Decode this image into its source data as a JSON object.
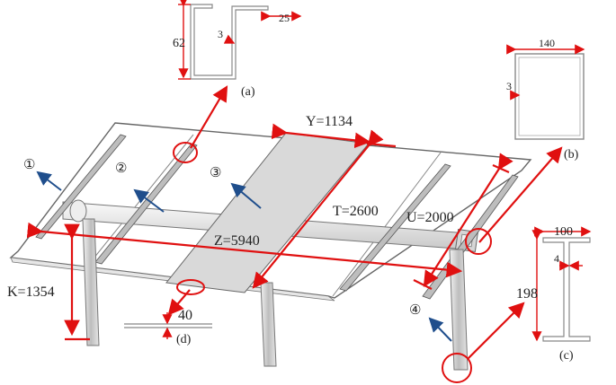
{
  "profiles": {
    "a": {
      "caption": "(a)",
      "height": "62",
      "thickness": "3",
      "flange": "25"
    },
    "b": {
      "caption": "(b)",
      "width": "140",
      "thickness": "3"
    },
    "c": {
      "caption": "(c)",
      "flange_width": "100",
      "web_thickness": "4",
      "height": "198"
    },
    "d": {
      "caption": "(d)",
      "thickness": "40"
    }
  },
  "dimensions": {
    "y": "Y=1134",
    "t": "T=2600",
    "u": "U=2000",
    "z": "Z=5940",
    "k": "K=1354"
  },
  "callouts": [
    "①",
    "②",
    "③",
    "④"
  ],
  "colors": {
    "dimension_red": "#e01010",
    "arrow_blue": "#1f4e8c",
    "structure_line": "#555555",
    "panel_fill": "#d9d9d9",
    "post_fill": "#cfcfcf"
  }
}
